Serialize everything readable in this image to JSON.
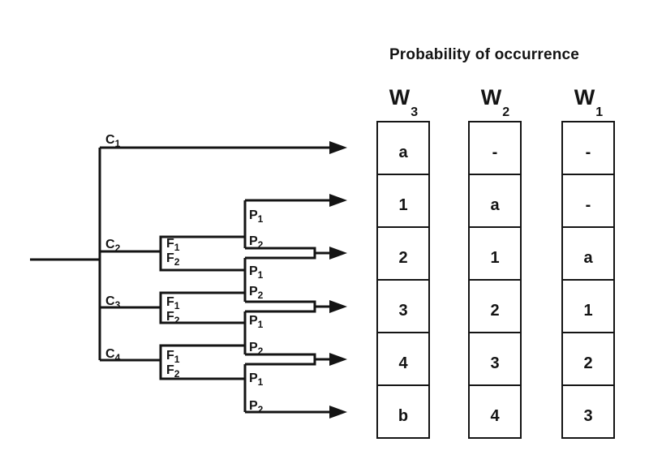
{
  "figure": {
    "title": "Probability of occurrence"
  },
  "tree": {
    "c_labels": [
      {
        "base": "C",
        "sub": "1"
      },
      {
        "base": "C",
        "sub": "2"
      },
      {
        "base": "C",
        "sub": "3"
      },
      {
        "base": "C",
        "sub": "4"
      }
    ],
    "f_labels": {
      "f1": {
        "base": "F",
        "sub": "1"
      },
      "f2": {
        "base": "F",
        "sub": "2"
      }
    },
    "p_labels": {
      "p1": {
        "base": "P",
        "sub": "1"
      },
      "p2": {
        "base": "P",
        "sub": "2"
      }
    }
  },
  "probability_columns": [
    {
      "header": {
        "base": "W",
        "sub": "3"
      },
      "values": [
        "a",
        "1",
        "2",
        "3",
        "4",
        "b"
      ]
    },
    {
      "header": {
        "base": "W",
        "sub": "2"
      },
      "values": [
        "-",
        "a",
        "1",
        "2",
        "3",
        "4"
      ]
    },
    {
      "header": {
        "base": "W",
        "sub": "1"
      },
      "values": [
        "-",
        "-",
        "a",
        "1",
        "2",
        "3"
      ]
    }
  ],
  "colors": {
    "ink": "#141414",
    "background": "#ffffff"
  }
}
